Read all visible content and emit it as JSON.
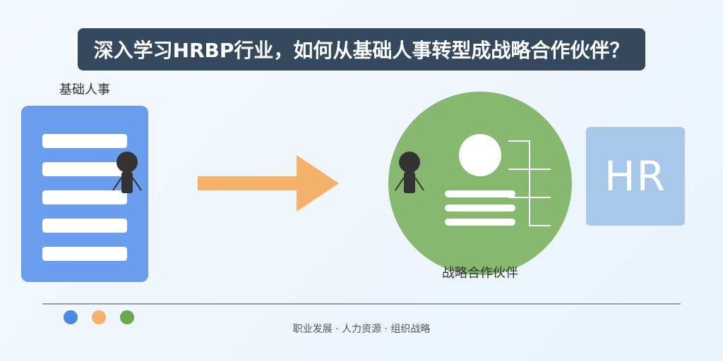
{
  "title": "深入学习HRBP行业，如何从基础人事转型成战略合作伙伴？",
  "left_label": "基础人事",
  "right_label": "战略合作伙伴",
  "hr_badge": "HR",
  "footer": "职业发展 · 人力资源 · 组织战略",
  "colors": {
    "title_bg": "#34495e",
    "document": "#6a9ded",
    "arrow": "#f5b26b",
    "circle": "#86b86f",
    "hr_box": "#a8c8ea",
    "dot_blue": "#4a89e0",
    "dot_orange": "#f5b26b",
    "dot_green": "#6aa84f"
  }
}
